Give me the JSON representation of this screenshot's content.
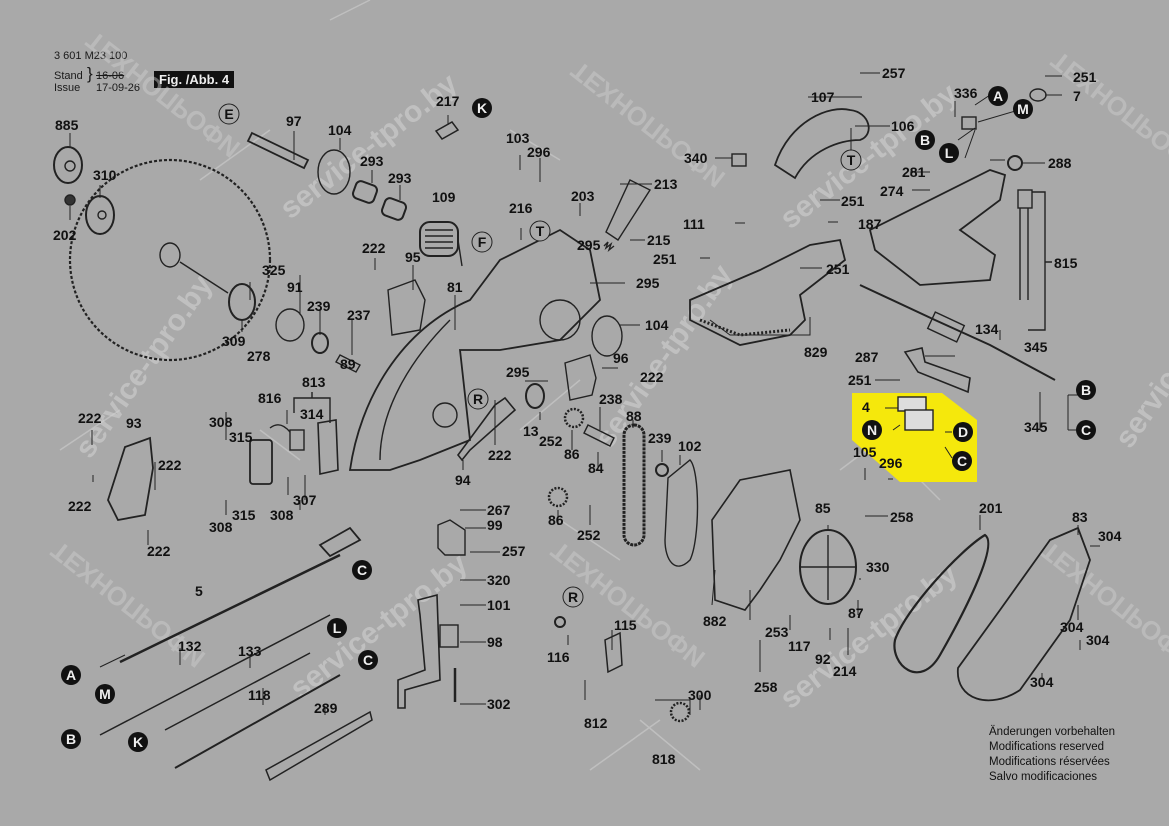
{
  "header": {
    "doc_number": "3 601 M23 100",
    "stand_label": "Stand",
    "stand_value_struck": "16-06",
    "issue_label": "Issue",
    "issue_value": "17-09-26",
    "figure_label": "Fig. /Abb. 4"
  },
  "colors": {
    "background": "#a9a9a9",
    "highlight": "#f5e80c",
    "ink": "#111111"
  },
  "watermarks": [
    "service-tpro.by",
    "ТЕХНОПРОФИ"
  ],
  "reference_letters": [
    "A",
    "B",
    "C",
    "D",
    "E",
    "F",
    "K",
    "L",
    "M",
    "N",
    "R",
    "T"
  ],
  "part_labels": {
    "p885": "885",
    "p310": "310",
    "p202": "202",
    "p97": "97",
    "p104a": "104",
    "p293a": "293",
    "p293b": "293",
    "p217": "217",
    "p109": "109",
    "p103": "103",
    "p296a": "296",
    "p203": "203",
    "p216": "216",
    "p213": "213",
    "p215": "215",
    "p295a": "295",
    "p295b": "295",
    "p104b": "104",
    "p222a": "222",
    "p95": "95",
    "p81": "81",
    "p325": "325",
    "p91": "91",
    "p239a": "239",
    "p237": "237",
    "p309": "309",
    "p278": "278",
    "p89": "89",
    "p813": "813",
    "p816": "816",
    "p314": "314",
    "p308a": "308",
    "p315a": "315",
    "p308b": "308",
    "p315b": "315",
    "p308c": "308",
    "p307": "307",
    "p222b": "222",
    "p93": "93",
    "p222c": "222",
    "p222d": "222",
    "p222e": "222",
    "p295c": "295",
    "p96": "96",
    "p222f": "222",
    "p13": "13",
    "p252a": "252",
    "p86a": "86",
    "p238": "238",
    "p84": "84",
    "p88": "88",
    "p239b": "239",
    "p102": "102",
    "p222g": "222",
    "p94": "94",
    "p86b": "86",
    "p252b": "252",
    "p267": "267",
    "p99": "99",
    "p257a": "257",
    "p320": "320",
    "p101": "101",
    "p98": "98",
    "p302": "302",
    "p5": "5",
    "p132": "132",
    "p133": "133",
    "p118": "118",
    "p289": "289",
    "p115": "115",
    "p116": "116",
    "p812": "812",
    "p300": "300",
    "p818": "818",
    "p882": "882",
    "p253": "253",
    "p117": "117",
    "p92": "92",
    "p214": "214",
    "p258a": "258",
    "p258b": "258",
    "p85": "85",
    "p330": "330",
    "p87": "87",
    "p201": "201",
    "p83": "83",
    "p304a": "304",
    "p304b": "304",
    "p304c": "304",
    "p304d": "304",
    "p105": "105",
    "p296b": "296",
    "p4": "4",
    "p257b": "257",
    "p107": "107",
    "p106": "106",
    "p340": "340",
    "p111": "111",
    "p251a": "251",
    "p251b": "251",
    "p251c": "251",
    "p187": "187",
    "p829": "829",
    "p336": "336",
    "p251d": "251",
    "p7": "7",
    "p288": "288",
    "p281": "281",
    "p274": "274",
    "p815": "815",
    "p134": "134",
    "p287": "287",
    "p251e": "251",
    "p345a": "345",
    "p345b": "345"
  },
  "footer_note": [
    "Änderungen vorbehalten",
    "Modifications reserved",
    "Modifications réservées",
    "Salvo modificaciones"
  ]
}
